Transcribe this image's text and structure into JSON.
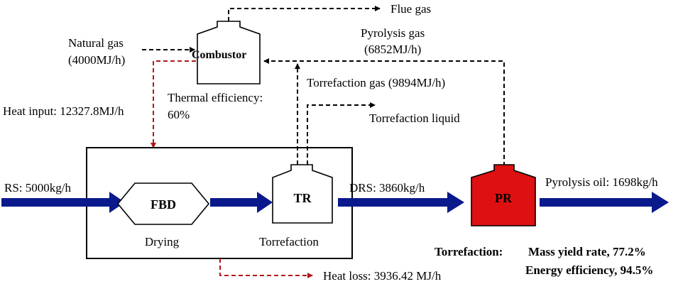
{
  "labels": {
    "flue_gas": "Flue gas",
    "natural_gas_line1": "Natural gas",
    "natural_gas_line2": "(4000MJ/h)",
    "combustor": "Combustor",
    "pyrolysis_gas_line1": "Pyrolysis gas",
    "pyrolysis_gas_line2": "(6852MJ/h)",
    "thermal_eff_line1": "Thermal efficiency:",
    "thermal_eff_line2": "60%",
    "torrefaction_gas": "Torrefaction gas (9894MJ/h)",
    "heat_input": "Heat input: 12327.8MJ/h",
    "torrefaction_liquid": "Torrefaction liquid",
    "rs": "RS: 5000kg/h",
    "fbd": "FBD",
    "tr": "TR",
    "drs": "DRS: 3860kg/h",
    "pr": "PR",
    "pyrolysis_oil": "Pyrolysis oil: 1698kg/h",
    "drying": "Drying",
    "torrefaction": "Torrefaction",
    "summary_label": "Torrefaction:",
    "mass_yield": "Mass yield rate, 77.2%",
    "energy_eff": "Energy efficiency, 94.5%",
    "heat_loss": "Heat loss: 3936.42 MJ/h"
  },
  "colors": {
    "flow_arrow": "#0a1a8c",
    "heat_dashed": "#b01818",
    "pyrolysis_reactor": "#dd1111",
    "black": "#000000"
  }
}
